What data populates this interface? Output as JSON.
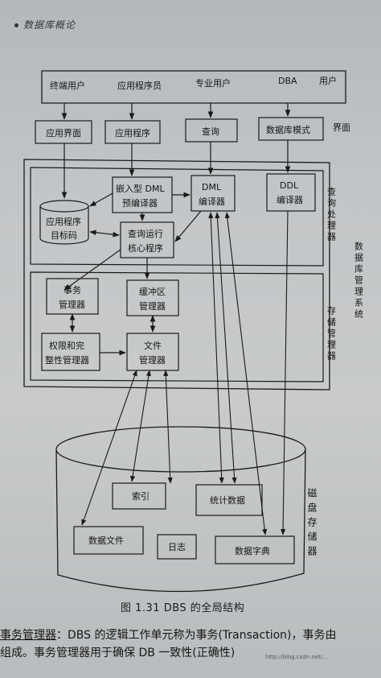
{
  "header": {
    "title": "数据库概论"
  },
  "users": {
    "end_user": "终端用户",
    "app_programmer": "应用程序员",
    "professional_user": "专业用户",
    "dba": "DBA",
    "label": "用户"
  },
  "interface": {
    "app_interface": "应用界面",
    "app_program": "应用程序",
    "query": "查询",
    "db_schema": "数据库模式",
    "label": "界面"
  },
  "query_processor": {
    "embedded_line1": "嵌入型 DML",
    "embedded_line2": "预编译器",
    "dml_line1": "DML",
    "dml_line2": "编译器",
    "ddl_line1": "DDL",
    "ddl_line2": "编译器",
    "app_code_line1": "应用程序",
    "app_code_line2": "目标码",
    "core_line1": "查询运行",
    "core_line2": "核心程序",
    "label": "查询处理器"
  },
  "storage_manager": {
    "txn_line1": "事务",
    "txn_line2": "管理器",
    "buffer_line1": "缓冲区",
    "buffer_line2": "管理器",
    "auth_line1": "权限和完",
    "auth_line2": "整性管理器",
    "file_line1": "文件",
    "file_line2": "管理器",
    "label": "存储管理器"
  },
  "dbms_label": "数据库管理系统",
  "disk": {
    "index": "索引",
    "stats": "统计数据",
    "data_file": "数据文件",
    "log": "日志",
    "dictionary": "数据字典",
    "label": "磁盘存储器"
  },
  "caption": "图 1.31   DBS 的全局结构",
  "body_text": {
    "term": "事务管理器",
    "line1_rest": "：DBS 的逻辑工作单元称为事务(Transaction)，事务由",
    "line2": "组成。事务管理器用于确保 DB 一致性(正确性)"
  },
  "watermark": "http://blog.csdn.net/..."
}
